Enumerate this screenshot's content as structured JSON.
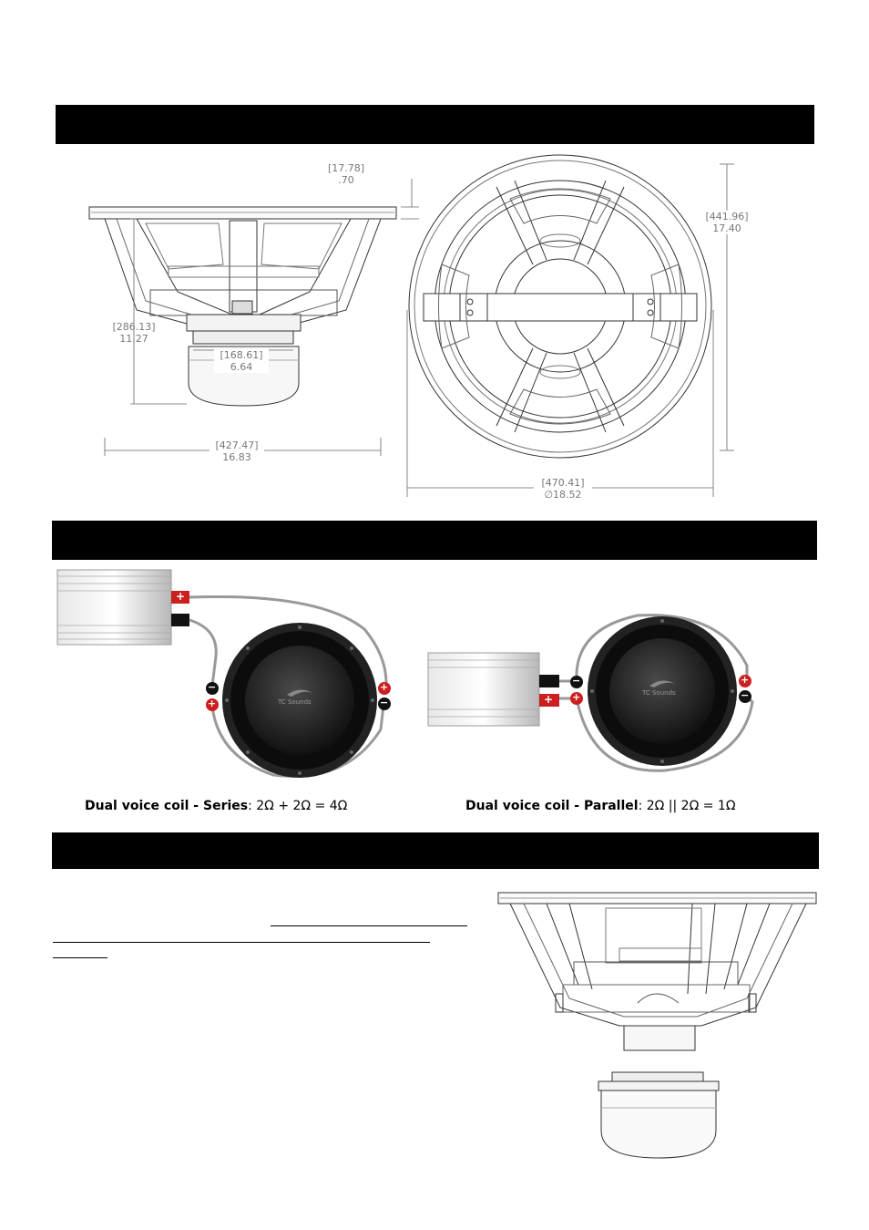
{
  "dimensions": {
    "mount_depth": {
      "mm": "[17.78]",
      "in": ".70"
    },
    "basket_height": {
      "mm": "[286.13]",
      "in": "11.27"
    },
    "magnet_diameter": {
      "mm": "[168.61]",
      "in": "6.64"
    },
    "overall_depth": {
      "mm": "[427.47]",
      "in": "16.83"
    },
    "cutout_diameter": {
      "mm": "[441.96]",
      "in": "17.40"
    },
    "outer_diameter": {
      "mm": "[470.41]",
      "in": "∅18.52"
    }
  },
  "wiring": {
    "brand": "TC Sounds",
    "series": {
      "title": "Dual voice coil - Series",
      "formula": ": 2Ω + 2Ω = 4Ω"
    },
    "parallel": {
      "title": "Dual voice coil - Parallel",
      "formula": ": 2Ω || 2Ω = 1Ω"
    },
    "plus": "+",
    "minus": "−"
  }
}
